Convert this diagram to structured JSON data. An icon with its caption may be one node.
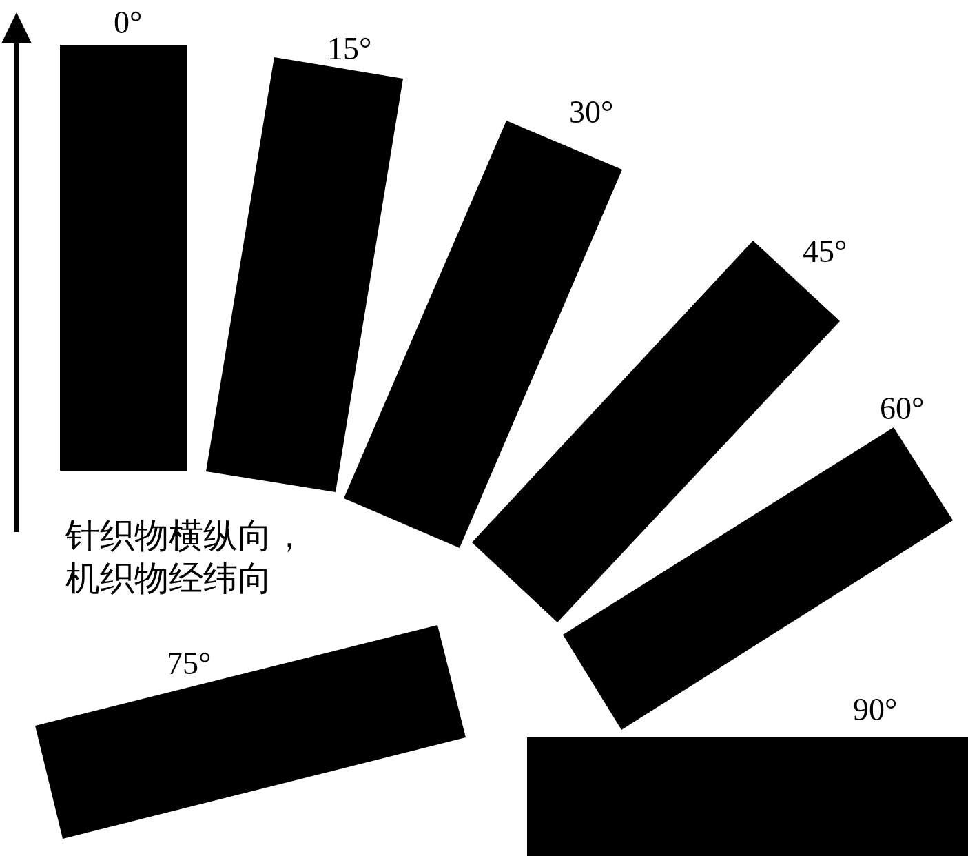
{
  "diagram": {
    "nodes": [
      {
        "text": [
          "0°"
        ]
      },
      {
        "text": [
          "15°"
        ]
      },
      {
        "text": [
          "30°"
        ]
      },
      {
        "text": [
          "45°"
        ]
      },
      {
        "text": [
          "60°"
        ]
      },
      {
        "text": [
          "75°"
        ]
      },
      {
        "text": [
          "90°"
        ]
      }
    ],
    "labels": [
      "针织物横纵向，机织物经纬向"
    ]
  }
}
